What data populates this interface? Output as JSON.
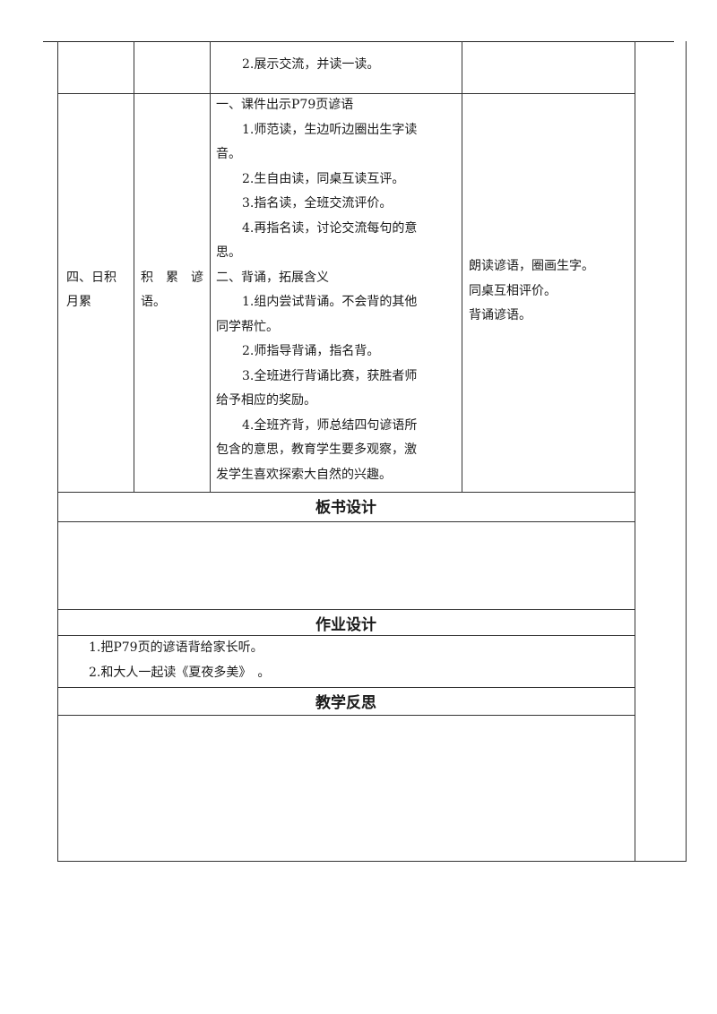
{
  "lesson_table": {
    "top_row": {
      "process_text": "2.展示交流，并读一读。"
    },
    "row_four": {
      "stage_lines": [
        "四、日积",
        "月累"
      ],
      "goal_lines": [
        "积　累　谚",
        "语。"
      ],
      "teacher_lines": [
        "一、课件出示P79页谚语",
        "1.师范读，生边听边圈出生字读",
        "音。",
        "2.生自由读，同桌互读互评。",
        "3.指名读，全班交流评价。",
        "4.再指名读，讨论交流每句的意",
        "思。",
        "二、背诵，拓展含义",
        "1.组内尝试背诵。不会背的其他",
        "同学帮忙。",
        "2.师指导背诵，指名背。",
        "3.全班进行背诵比赛，获胜者师",
        "给予相应的奖励。",
        "4.全班齐背，师总结四句谚语所",
        "包含的意思，教育学生要多观察，激",
        "发学生喜欢探索大自然的兴趣。"
      ],
      "student_lines": [
        "朗读谚语，圈画生字。",
        "同桌互相评价。",
        "背诵谚语。"
      ]
    }
  },
  "board_design": {
    "title": "板书设计"
  },
  "homework": {
    "title": "作业设计",
    "items": [
      "1.把P79页的谚语背给家长听。",
      "2.和大人一起读《夏夜多美》　。"
    ]
  },
  "reflection": {
    "title": "教学反思"
  }
}
